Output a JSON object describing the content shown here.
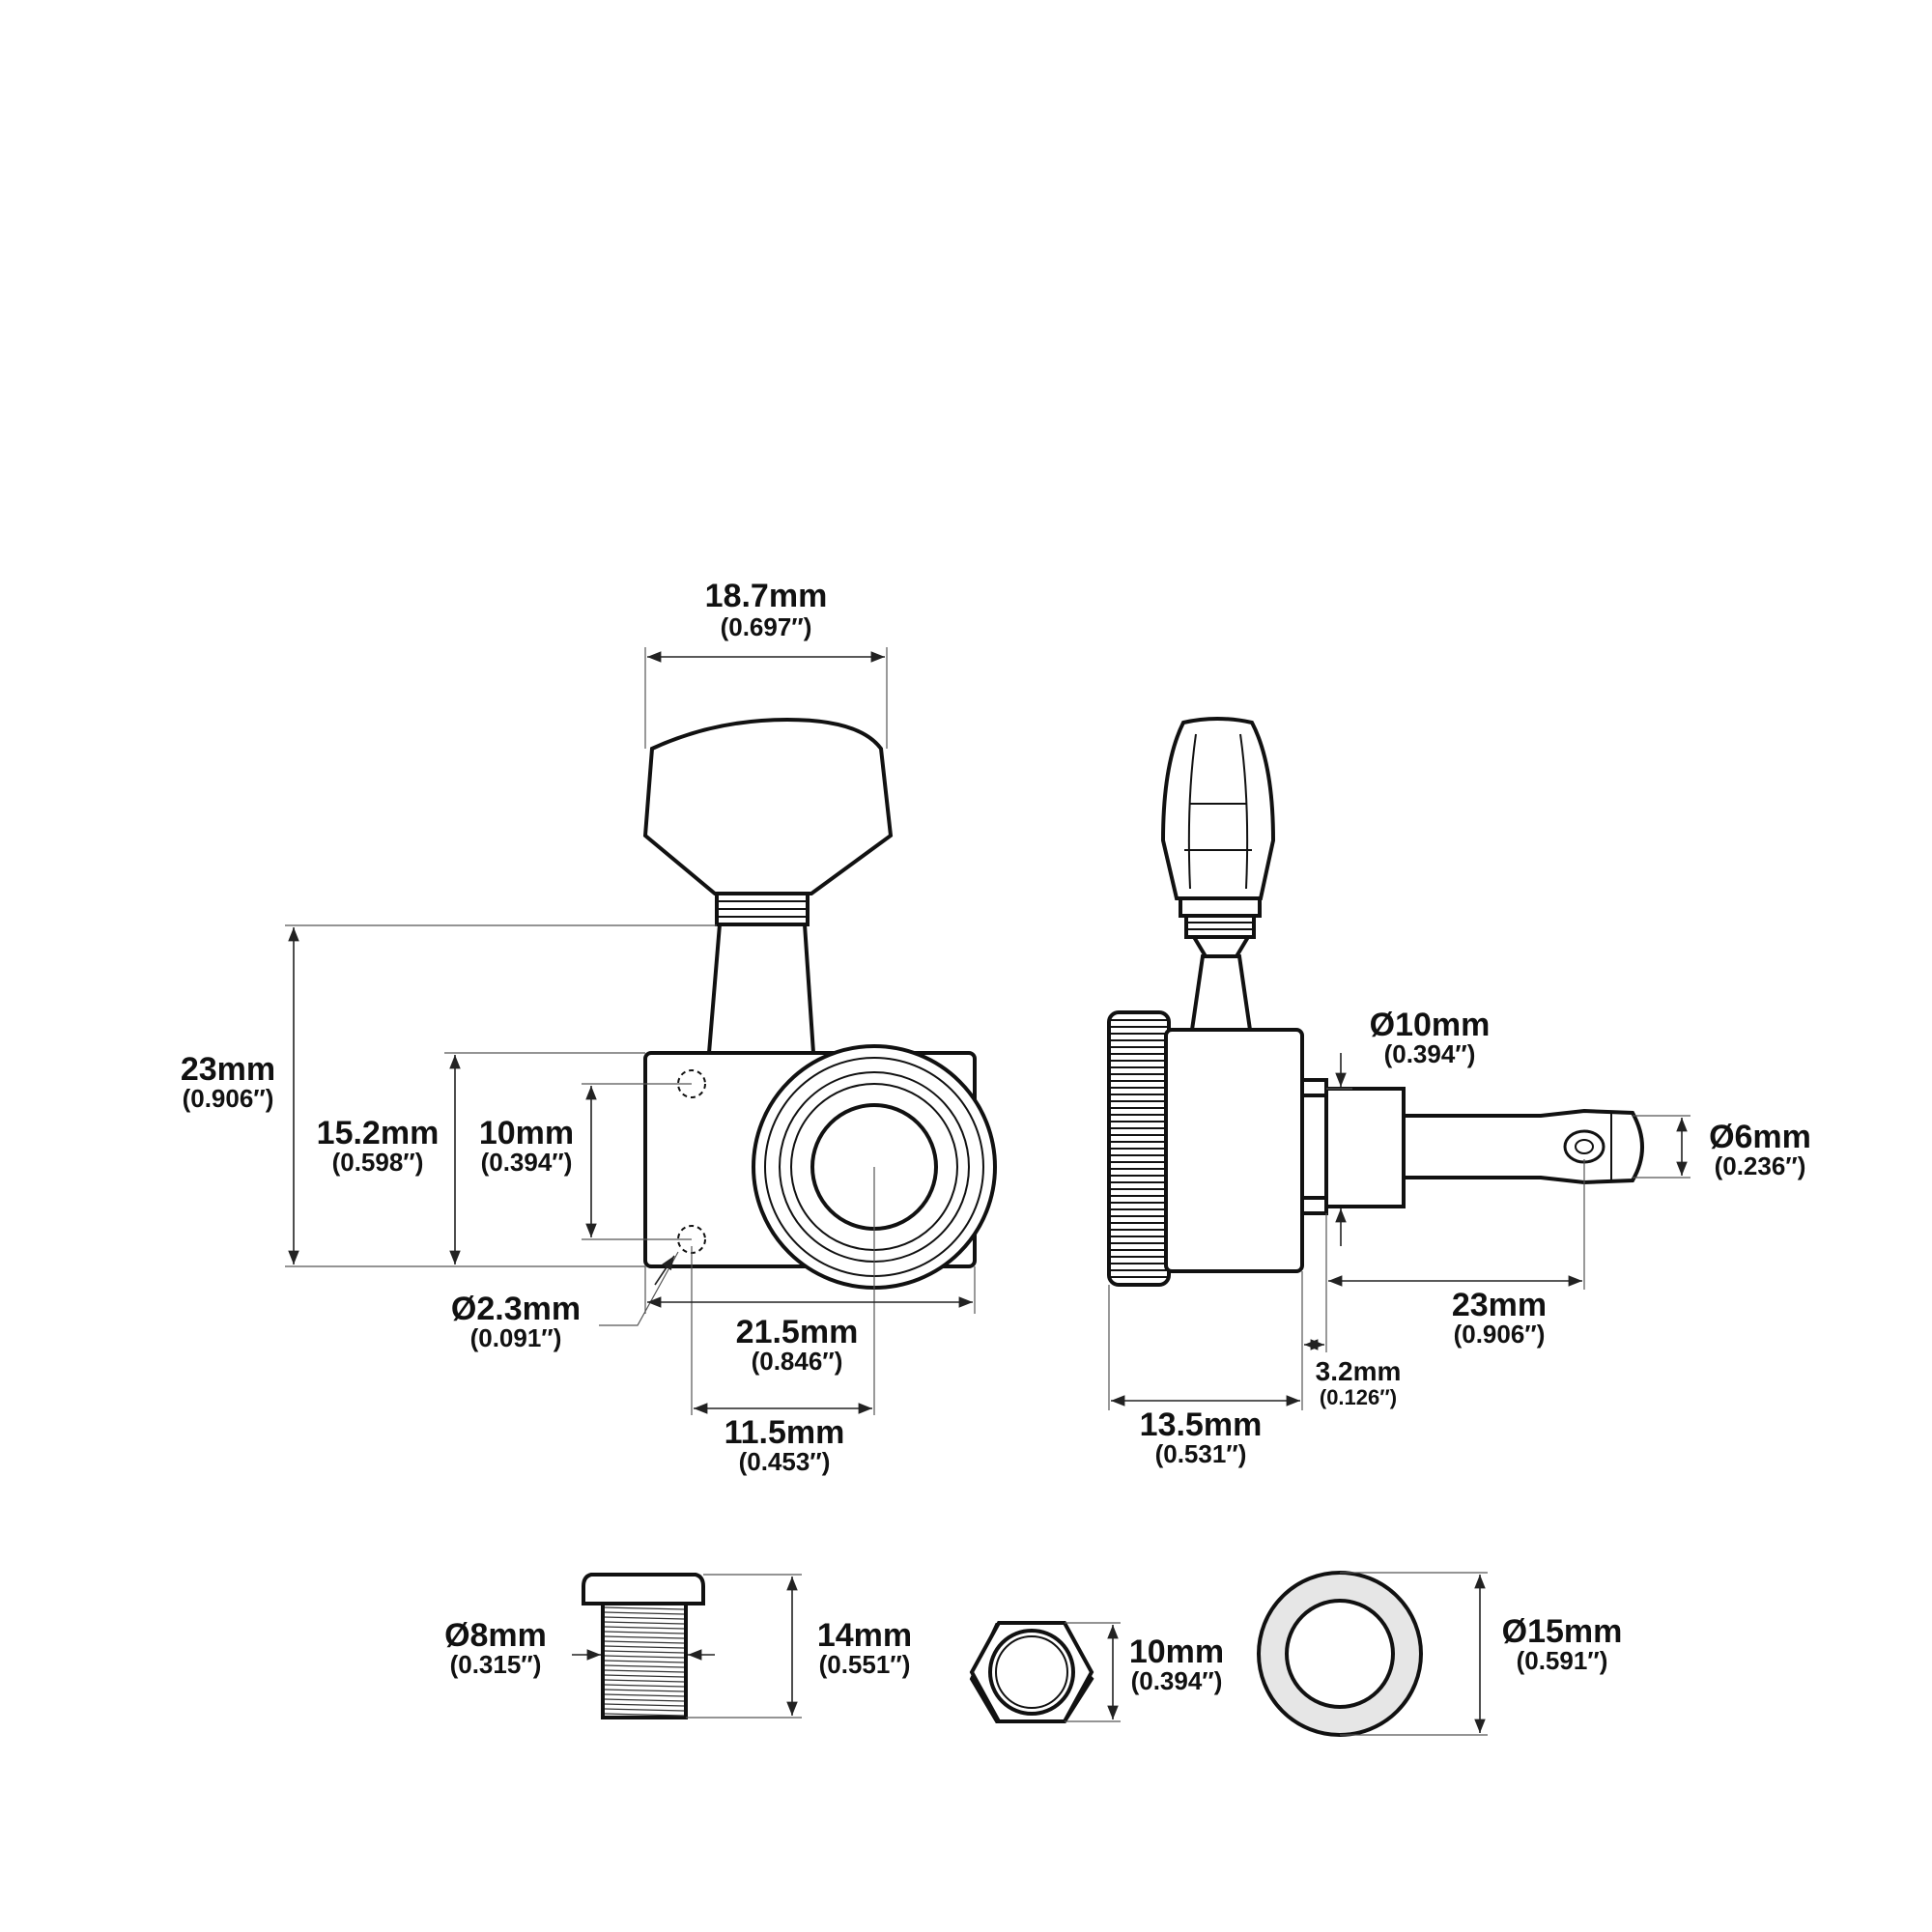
{
  "dimensions": {
    "button_width": {
      "mm": "18.7mm",
      "in": "(0.697″)"
    },
    "overall_height": {
      "mm": "23mm",
      "in": "(0.906″)"
    },
    "housing_height": {
      "mm": "15.2mm",
      "in": "(0.598″)"
    },
    "hole_spacing": {
      "mm": "10mm",
      "in": "(0.394″)"
    },
    "hole_diameter": {
      "mm": "Ø2.3mm",
      "in": "(0.091″)"
    },
    "housing_length": {
      "mm": "21.5mm",
      "in": "(0.846″)"
    },
    "hole_to_post": {
      "mm": "11.5mm",
      "in": "(0.453″)"
    },
    "bushing_dia": {
      "mm": "Ø10mm",
      "in": "(0.394″)"
    },
    "post_dia": {
      "mm": "Ø6mm",
      "in": "(0.236″)"
    },
    "post_length": {
      "mm": "23mm",
      "in": "(0.906″)"
    },
    "flange": {
      "mm": "3.2mm",
      "in": "(0.126″)"
    },
    "side_depth": {
      "mm": "13.5mm",
      "in": "(0.531″)"
    },
    "nut_thread_dia": {
      "mm": "Ø8mm",
      "in": "(0.315″)"
    },
    "nut_height": {
      "mm": "14mm",
      "in": "(0.551″)"
    },
    "hex_nut": {
      "mm": "10mm",
      "in": "(0.394″)"
    },
    "washer_dia": {
      "mm": "Ø15mm",
      "in": "(0.591″)"
    }
  }
}
